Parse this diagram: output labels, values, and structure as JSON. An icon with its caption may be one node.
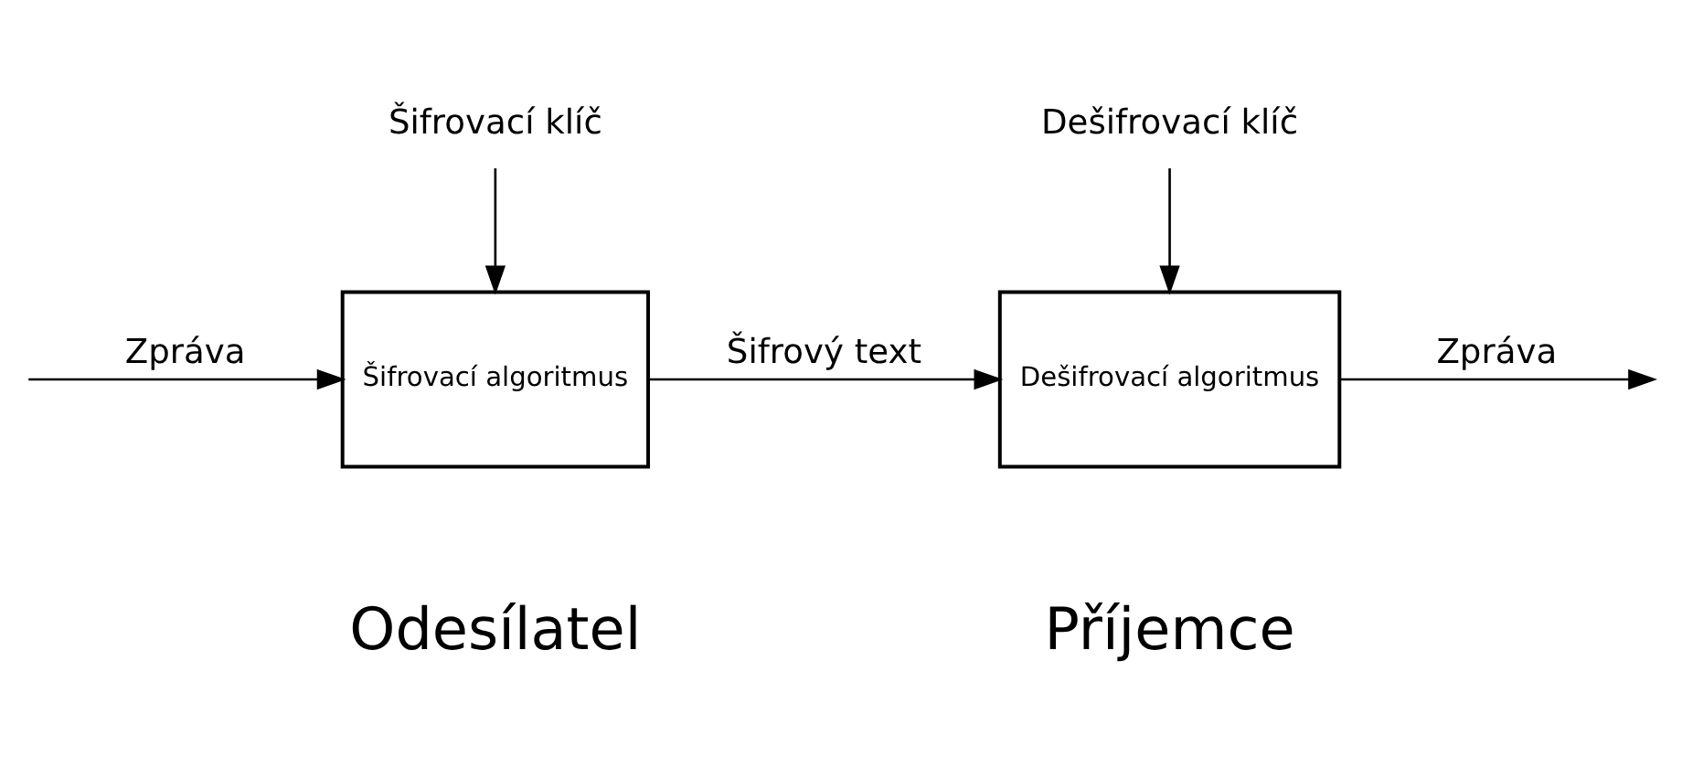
{
  "diagram": {
    "nodes": [
      {
        "text": [
          "Šifrovací klíč"
        ]
      },
      {
        "text": [
          "Dešifrovací klíč"
        ]
      },
      {
        "text": [
          "Šifrovací algoritmus"
        ],
        "beside": [
          "Odesílatel"
        ]
      },
      {
        "text": [
          "Dešifrovací algoritmus"
        ],
        "beside": [
          "Příjemce"
        ]
      }
    ],
    "edges": [
      {
        "from": null,
        "to": 2,
        "arrow": "to",
        "label": "Zpráva"
      },
      {
        "from": 0,
        "to": 2,
        "arrow": "to"
      },
      {
        "from": 2,
        "to": 3,
        "arrow": "to",
        "label": "Šifrový text"
      },
      {
        "from": 1,
        "to": 3,
        "arrow": "to"
      },
      {
        "from": 3,
        "to": null,
        "arrow": "to",
        "label": "Zpráva"
      }
    ]
  }
}
